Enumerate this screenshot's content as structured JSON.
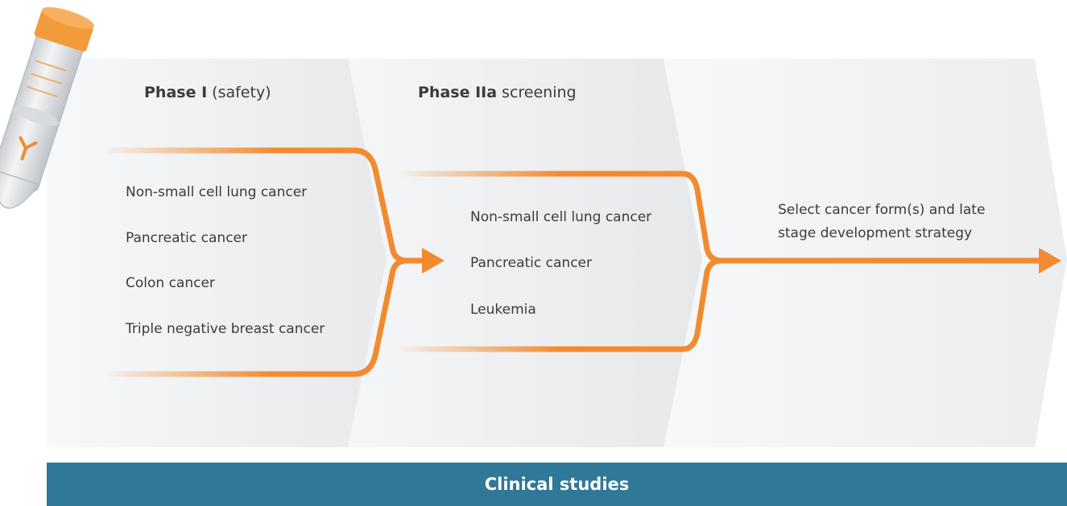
{
  "phases": [
    {
      "title_bold": "Phase I",
      "title_rest": "(safety)",
      "items": [
        "Non-small cell lung cancer",
        "Pancreatic cancer",
        "Colon cancer",
        "Triple negative breast cancer"
      ]
    },
    {
      "title_bold": "Phase IIa",
      "title_rest": "screening",
      "items": [
        "Non-small cell lung cancer",
        "Pancreatic cancer",
        "Leukemia"
      ]
    }
  ],
  "outcome": {
    "line1": "Select cancer form(s) and late",
    "line2": "stage development strategy"
  },
  "footer": {
    "label": "Clinical studies"
  },
  "colors": {
    "accent": "#f28b30",
    "footer_bg": "#2f7898",
    "panel": "#e9ebed"
  },
  "icons": {
    "tube": "test-tube-icon",
    "antibody": "antibody-icon"
  }
}
